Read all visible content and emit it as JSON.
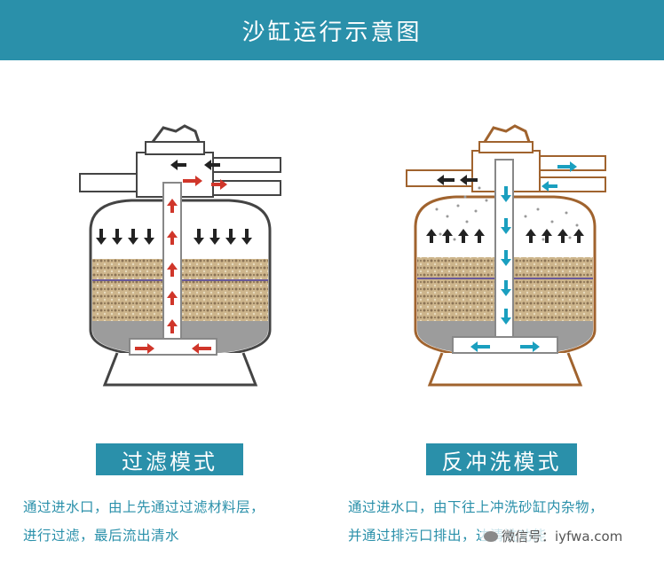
{
  "title": "沙缸运行示意图",
  "left": {
    "mode": "过滤模式",
    "desc_line1": "通过进水口，由上先通过过滤材料层，",
    "desc_line2": "进行过滤，最后流出清水",
    "arrow_color": "#d0362a",
    "tank_color": "#444444"
  },
  "right": {
    "mode": "反冲洗模式",
    "desc_line1": "通过进水口，由下往上冲洗砂缸内杂物，",
    "desc_line2": "并通过排污口排出，达清洗功能",
    "arrow_color": "#1a9fbf",
    "tank_color": "#a0632e"
  },
  "watermark": "微信号：iyfwa.com",
  "colors": {
    "header": "#2a90aa",
    "sand": "#c8b38a",
    "gravel": "#9a9a9a"
  },
  "icons": [
    "wechat-icon"
  ]
}
